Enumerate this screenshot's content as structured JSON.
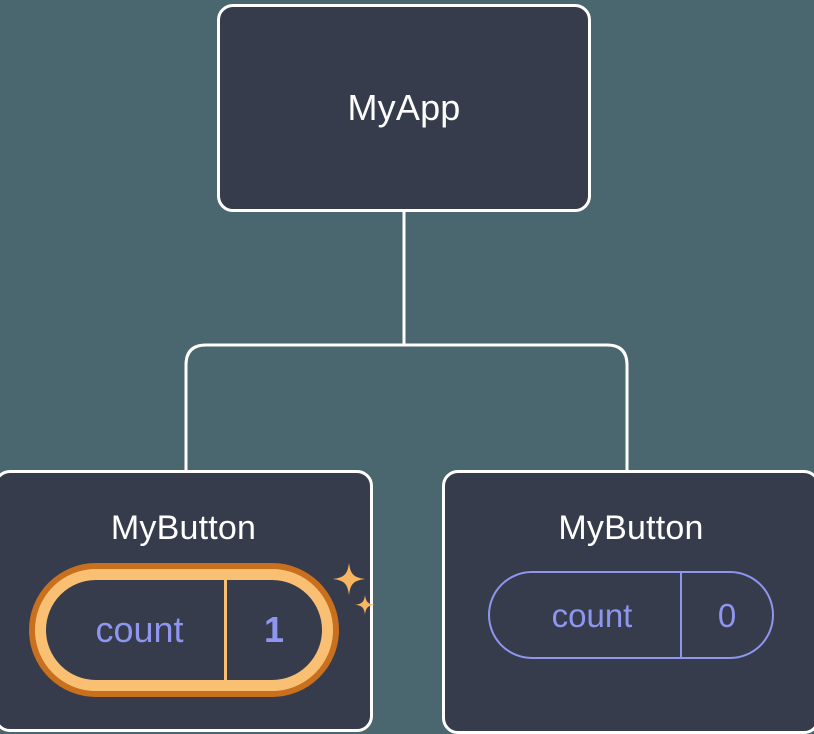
{
  "diagram": {
    "type": "component-tree",
    "background_color": "#4a666f",
    "node_fill": "#363c4b",
    "node_border": "#ffffff",
    "edge_color": "#ffffff",
    "accent_state": "#8e96f0",
    "accent_highlight_outer": "#c9701e",
    "accent_highlight_inner": "#f9bf72",
    "root": {
      "title": "MyApp"
    },
    "children": [
      {
        "title": "MyButton",
        "highlighted": true,
        "state": {
          "key": "count",
          "value": "1"
        },
        "sparkle_count": 2
      },
      {
        "title": "MyButton",
        "highlighted": false,
        "state": {
          "key": "count",
          "value": "0"
        },
        "sparkle_count": 0
      }
    ]
  }
}
